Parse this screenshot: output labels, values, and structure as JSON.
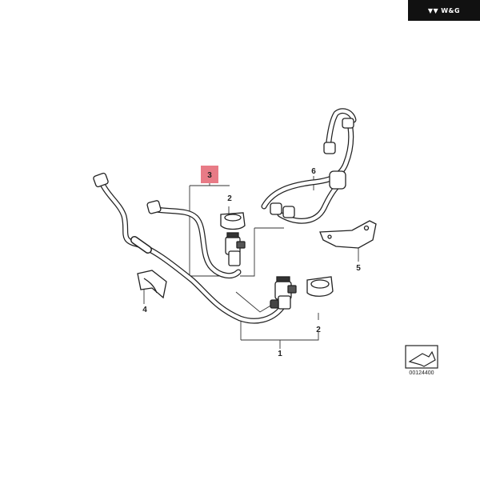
{
  "logo": {
    "text": "W&G",
    "mark": "▼▼"
  },
  "callouts": {
    "c1": "1",
    "c2a": "2",
    "c2b": "2",
    "c3": "3",
    "c4": "4",
    "c5": "5",
    "c6": "6"
  },
  "reference_code": "00124400",
  "colors": {
    "highlight": "#e87b86",
    "line": "#222222"
  }
}
